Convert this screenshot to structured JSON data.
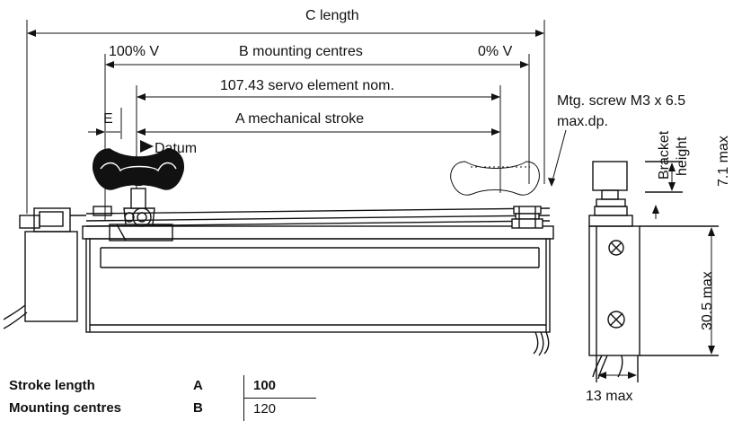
{
  "dimensions": {
    "c_length": "C length",
    "b_mounting_centres": "B mounting centres",
    "v100": "100% V",
    "v0": "0% V",
    "servo_element": "107.43 servo element nom.",
    "a_stroke": "A mechanical stroke",
    "e": "E",
    "datum": "Datum",
    "mtg_screw_line1": "Mtg. screw M3 x 6.5",
    "mtg_screw_line2": "max.dp.",
    "bracket_line1": "Bracket",
    "bracket_line2": "height",
    "dim_7_1": "7.1 max",
    "dim_30_5": "30.5 max",
    "dim_13": "13 max"
  },
  "table": {
    "rows": [
      {
        "label": "Stroke length",
        "symbol": "A",
        "value": "100"
      },
      {
        "label": "Mounting centres",
        "symbol": "B",
        "value": "120"
      }
    ]
  },
  "colors": {
    "line": "#111111",
    "background": "#ffffff"
  }
}
